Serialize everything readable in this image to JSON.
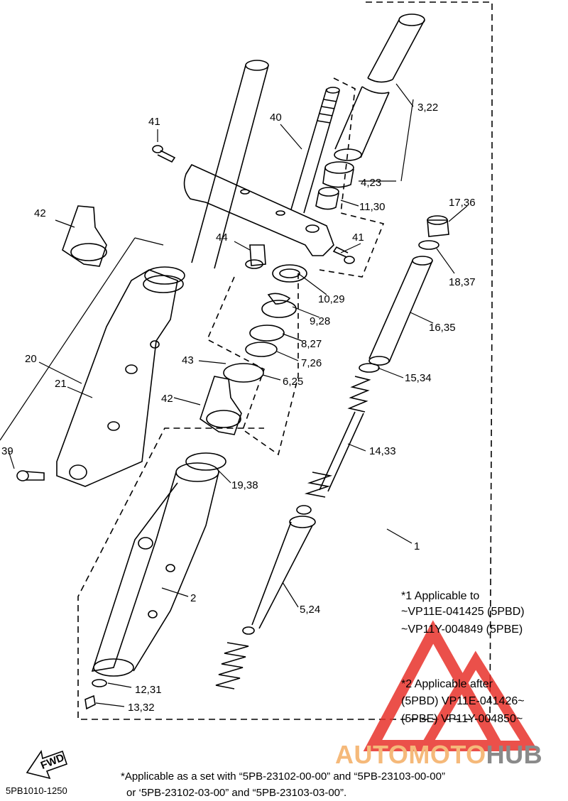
{
  "callouts": [
    {
      "id": "c41a",
      "text": "41"
    },
    {
      "id": "c40",
      "text": "40"
    },
    {
      "id": "c322",
      "text": "3,22"
    },
    {
      "id": "c423",
      "text": "4,23"
    },
    {
      "id": "c1130",
      "text": "11,30"
    },
    {
      "id": "c1736",
      "text": "17,36"
    },
    {
      "id": "c42a",
      "text": "42"
    },
    {
      "id": "c44",
      "text": "44"
    },
    {
      "id": "c41b",
      "text": "41"
    },
    {
      "id": "c1837",
      "text": "18,37"
    },
    {
      "id": "c1029",
      "text": "10,29"
    },
    {
      "id": "c928",
      "text": "9,28"
    },
    {
      "id": "c1635",
      "text": "16,35"
    },
    {
      "id": "c827",
      "text": "8,27"
    },
    {
      "id": "c20",
      "text": "20"
    },
    {
      "id": "c43",
      "text": "43"
    },
    {
      "id": "c726",
      "text": "7,26"
    },
    {
      "id": "c1534",
      "text": "15,34"
    },
    {
      "id": "c21",
      "text": "21"
    },
    {
      "id": "c625",
      "text": "6,25"
    },
    {
      "id": "c42b",
      "text": "42"
    },
    {
      "id": "c1433",
      "text": "14,33"
    },
    {
      "id": "c39",
      "text": "39"
    },
    {
      "id": "c1938",
      "text": "19,38"
    },
    {
      "id": "c1",
      "text": "1"
    },
    {
      "id": "c2",
      "text": "2"
    },
    {
      "id": "c524",
      "text": "5,24"
    },
    {
      "id": "c1231",
      "text": "12,31"
    },
    {
      "id": "c1332",
      "text": "13,32"
    }
  ],
  "notes": {
    "note1_title": "*1 Applicable to",
    "note1_line1": "~VP11E-041425   (5PBD)",
    "note1_line2": "~VP11Y-004849   (5PBE)",
    "note2_title": "*2 Applicable after",
    "note2_line1": "(5PBD)   VP11E-041426~",
    "note2_line2": "(5PBE)   VP11Y-004850~"
  },
  "footer": {
    "line1": "*Applicable as a set with “5PB-23102-00-00” and “5PB-23103-00-00”",
    "line2": "or ‘5PB-23102-03-00”  and “5PB-23103-03-00”.",
    "drawing_code": "5PB1010-1250",
    "fwd_label": "FWD"
  },
  "watermark": {
    "part1": "AUTOMOTO",
    "part2": "HUB",
    "color1": "#f5b97a",
    "color2": "#8a8a8a",
    "triangle_color": "#e8322b"
  }
}
